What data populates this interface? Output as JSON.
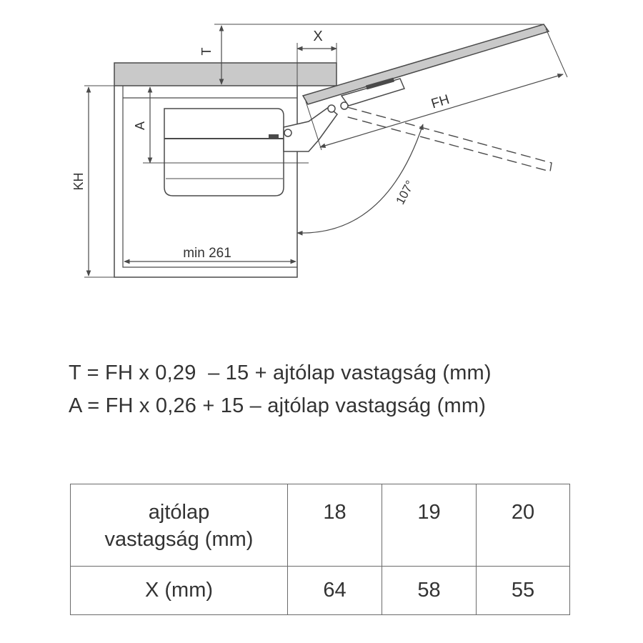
{
  "diagram": {
    "labels": {
      "t": "T",
      "x": "X",
      "a": "A",
      "kh": "KH",
      "fh": "FH",
      "angle": "107°",
      "min_width": "min 261"
    }
  },
  "formulas": {
    "t": "T = FH x 0,29  – 15 + ajtólap vastagság (mm)",
    "a": "A = FH x 0,26 + 15 – ajtólap vastagság (mm)"
  },
  "table": {
    "header_label_line1": "ajtólap",
    "header_label_line2": "vastagság (mm)",
    "thickness_values": [
      "18",
      "19",
      "20"
    ],
    "x_label": "X (mm)",
    "x_values": [
      "64",
      "58",
      "55"
    ]
  },
  "colors": {
    "line": "#4a4a4a",
    "top_panel": "#c9c9c9",
    "text": "#333333"
  }
}
